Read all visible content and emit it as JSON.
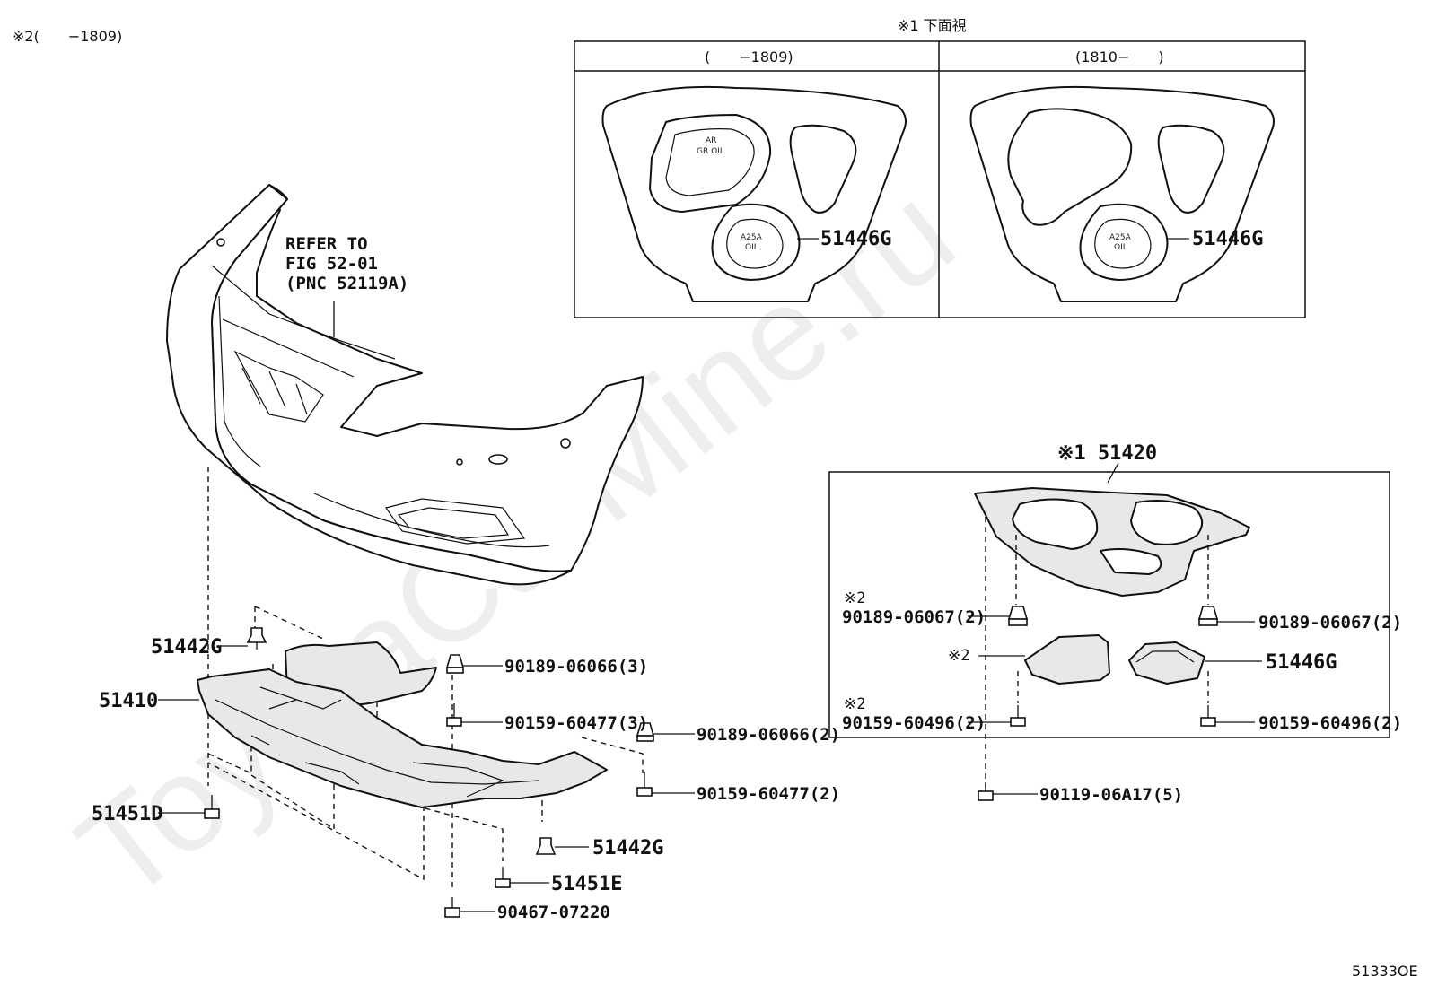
{
  "watermark": "ToyotaCarMine.ru",
  "note_top_left": "※2(　　−1809)",
  "figure_code": "51333OE",
  "inset": {
    "title": "※1 下面視",
    "col_left": "(　　−1809)",
    "col_right": "(1810−　　)",
    "left_plate_text_1": "AR",
    "left_plate_text_2": "GR OIL",
    "oil_cap_text_1": "A25A",
    "oil_cap_text_2": "OIL",
    "left_part": "51446G",
    "right_part": "51446G"
  },
  "bumper_reference": {
    "line1": "REFER TO",
    "line2": "FIG 52-01",
    "line3": "(PNC 52119A)"
  },
  "left_assembly": {
    "clip_top": "51442G",
    "cover": "51410",
    "nut_a": "90189-06066(3)",
    "screw_a": "90159-60477(3)",
    "nut_b": "90189-06066(2)",
    "screw_b": "90159-60477(2)",
    "bolt_left": "51451D",
    "clip_bottom": "51442G",
    "bolt_bottom": "51451E",
    "screw_bottom": "90467-07220"
  },
  "right_assembly": {
    "title": "※1 51420",
    "mark_2_a": "※2",
    "nut_left": "90189-06067(2)",
    "mark_2_b": "※2",
    "mark_2_c": "※2",
    "screw_left": "90159-60496(2)",
    "nut_right": "90189-06067(2)",
    "plate_right": "51446G",
    "screw_right": "90159-60496(2)",
    "bolt_bottom": "90119-06A17(5)"
  }
}
